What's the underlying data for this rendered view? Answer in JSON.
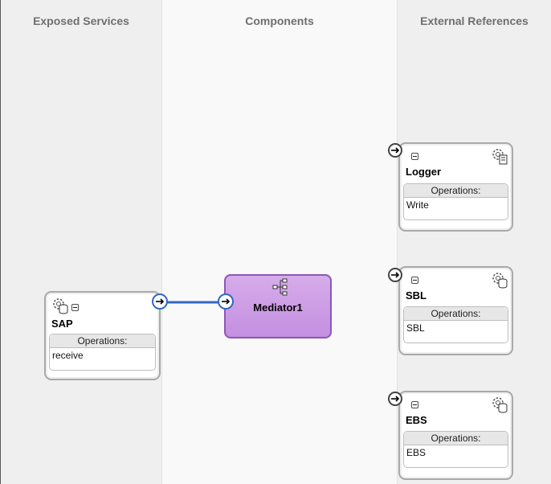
{
  "lanes": {
    "exposed_services": "Exposed Services",
    "components": "Components",
    "external_references": "External References"
  },
  "services": {
    "sap": {
      "name": "SAP",
      "operations_label": "Operations:",
      "operations": [
        "receive"
      ]
    }
  },
  "components": {
    "mediator": {
      "name": "Mediator1"
    }
  },
  "references": {
    "logger": {
      "name": "Logger",
      "operations_label": "Operations:",
      "operations": [
        "Write"
      ]
    },
    "sbl": {
      "name": "SBL",
      "operations_label": "Operations:",
      "operations": [
        "SBL"
      ]
    },
    "ebs": {
      "name": "EBS",
      "operations_label": "Operations:",
      "operations": [
        "EBS"
      ]
    }
  },
  "colors": {
    "wire": "#3467c5",
    "mediator_fill": "#c99ae3",
    "mediator_border": "#8a58b5",
    "card_border": "#a9a9a9"
  },
  "icons": {
    "service": "gear-database-icon",
    "reference": "gear-document-icon",
    "mediator": "mediator-tree-icon",
    "port": "arrow-right-icon"
  }
}
